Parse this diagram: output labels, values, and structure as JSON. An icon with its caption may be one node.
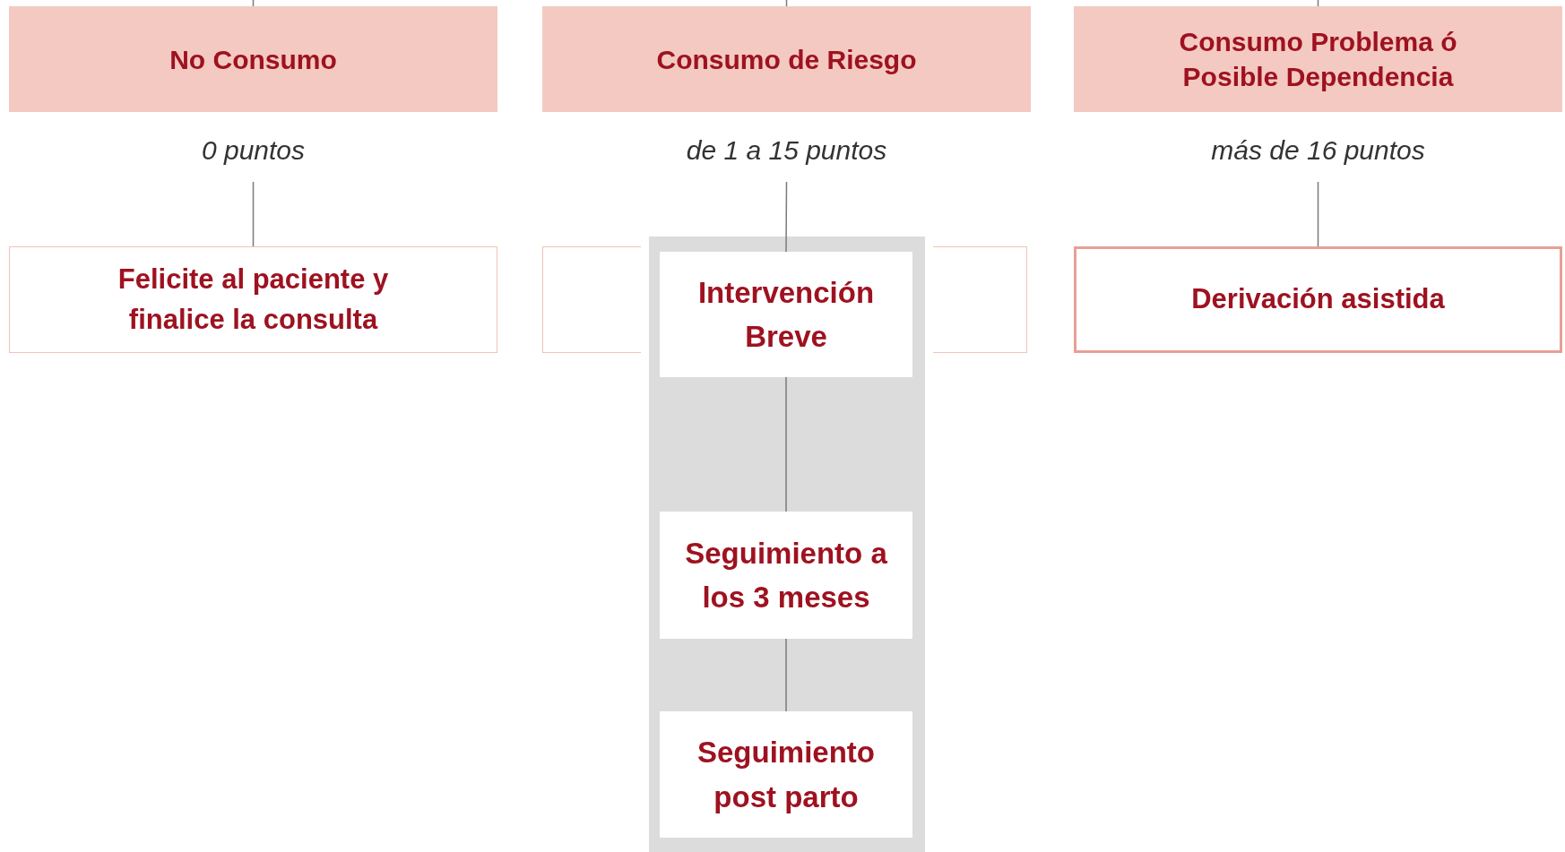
{
  "diagram": {
    "nodes": [
      {
        "text": [
          "No Consumo"
        ],
        "beside": [
          "0 puntos"
        ]
      },
      {
        "text": [
          "Consumo de Riesgo"
        ],
        "beside": [
          "de 1 a 15 puntos"
        ]
      },
      {
        "text": [
          "Consumo Problema ó Posible Dependencia"
        ],
        "beside": [
          "más de 16 puntos"
        ]
      },
      {
        "text": [
          "Felicite al paciente y finalice la consulta"
        ]
      },
      {
        "text": [],
        "shape": "box"
      },
      {
        "text": [],
        "shape": "box"
      },
      {
        "text": [],
        "shape": "band"
      },
      {
        "text": [
          "Intervención Breve"
        ],
        "in": 6
      },
      {
        "text": [
          "Seguimiento a los 3 meses"
        ],
        "in": 6
      },
      {
        "text": [
          "Seguimiento post parto"
        ],
        "in": 6
      },
      {
        "text": [
          "Derivación asistida"
        ]
      }
    ],
    "edges": [
      {
        "from": null,
        "to": 0,
        "arrow": "none"
      },
      {
        "from": null,
        "to": 1,
        "arrow": "none"
      },
      {
        "from": null,
        "to": 2,
        "arrow": "none"
      },
      {
        "from": 0,
        "to": 3,
        "arrow": "none"
      },
      {
        "from": 1,
        "to": 7,
        "arrow": "none"
      },
      {
        "from": 2,
        "to": 10,
        "arrow": "none"
      },
      {
        "from": 7,
        "to": 8,
        "arrow": "none"
      },
      {
        "from": 8,
        "to": 9,
        "arrow": "none"
      }
    ]
  }
}
